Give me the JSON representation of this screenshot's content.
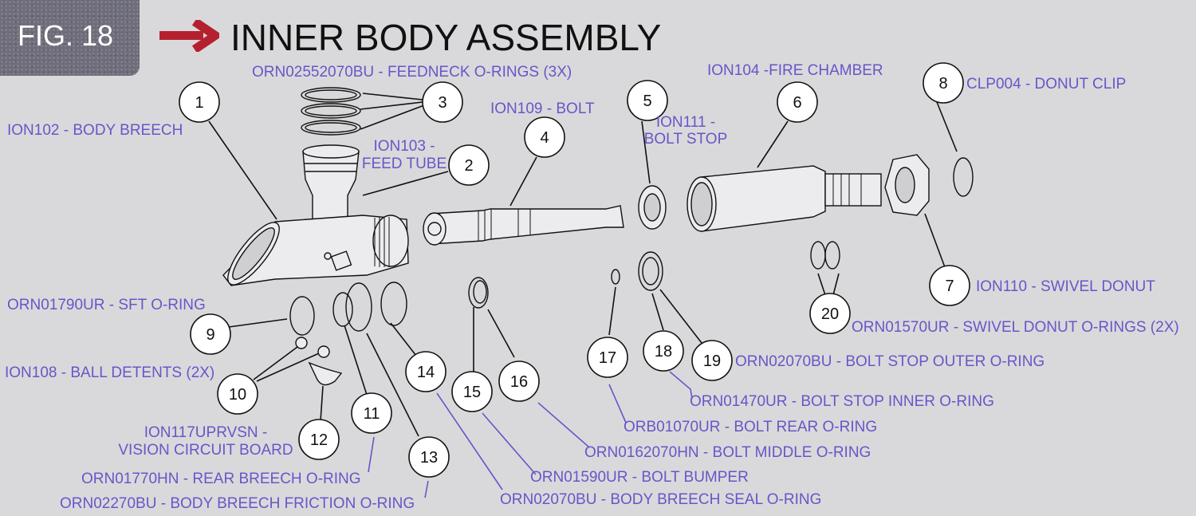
{
  "figure": {
    "tag": "FIG. 18",
    "title": "INNER BODY ASSEMBLY"
  },
  "colors": {
    "label": "#6a55c8",
    "arrow": "#b5202e",
    "tab": "#6f6e78"
  },
  "callout_numbers": [
    "1",
    "2",
    "3",
    "4",
    "5",
    "6",
    "7",
    "8",
    "9",
    "10",
    "11",
    "12",
    "13",
    "14",
    "15",
    "16",
    "17",
    "18",
    "19",
    "20"
  ],
  "labels": {
    "feedneck": "ORN02552070BU - FEEDNECK O-RINGS (3X)",
    "fire_chamber": "ION104 -FIRE CHAMBER",
    "donut_clip": "CLP004 - DONUT CLIP",
    "bolt": "ION109 - BOLT",
    "bolt_stop_1": "ION111 -",
    "bolt_stop_2": "BOLT STOP",
    "body_breech": "ION102 - BODY BREECH",
    "feed_tube_1": "ION103 -",
    "feed_tube_2": "FEED TUBE",
    "swivel_donut": "ION110 - SWIVEL DONUT",
    "sft_oring": "ORN01790UR - SFT O-RING",
    "swivel_orings": "ORN01570UR - SWIVEL DONUT O-RINGS (2X)",
    "ball_detents": "ION108 - BALL DETENTS (2X)",
    "bolt_stop_outer": "ORN02070BU - BOLT STOP OUTER O-RING",
    "bolt_stop_inner": "ORN01470UR - BOLT STOP INNER O-RING",
    "circuit_1": "ION117UPRVSN -",
    "circuit_2": "VISION CIRCUIT BOARD",
    "bolt_rear": "ORB01070UR - BOLT REAR O-RING",
    "bolt_middle": "ORN0162070HN - BOLT MIDDLE O-RING",
    "rear_breech": "ORN01770HN - REAR BREECH O-RING",
    "bolt_bumper": "ORN01590UR - BOLT BUMPER",
    "friction": "ORN02270BU - BODY BREECH FRICTION O-RING",
    "seal": "ORN02070BU - BODY BREECH SEAL O-RING"
  }
}
